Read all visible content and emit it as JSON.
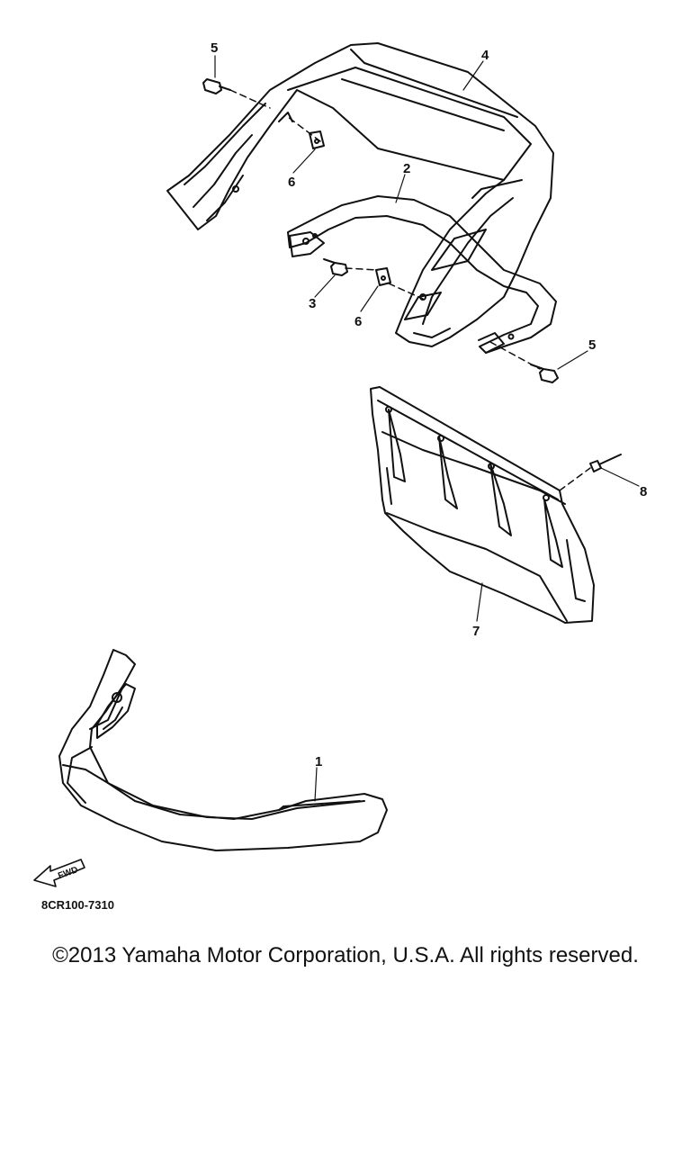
{
  "diagram": {
    "callouts": [
      "5",
      "4",
      "6",
      "2",
      "3",
      "6",
      "5",
      "8",
      "7",
      "1"
    ],
    "fwd_label": "FWD",
    "catalog_code": "8CR100-7310"
  },
  "footer": {
    "copyright": "©2013 Yamaha Motor Corporation, U.S.A. All rights reserved."
  }
}
